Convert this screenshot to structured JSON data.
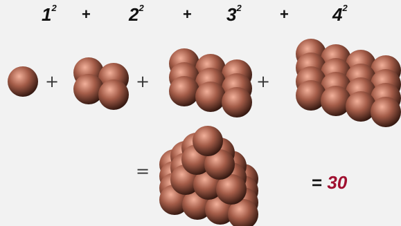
{
  "terms": [
    {
      "base": "1",
      "exp": "2"
    },
    {
      "base": "2",
      "exp": "2"
    },
    {
      "base": "3",
      "exp": "2"
    },
    {
      "base": "4",
      "exp": "2"
    }
  ],
  "plus_sign": "+",
  "equals_sign": "=",
  "result": {
    "equals": "=",
    "value": "30"
  },
  "colors": {
    "background": "#f2f2f2",
    "sphere_light": "#f2b09a",
    "sphere_mid": "#a45c48",
    "sphere_dark": "#2a120c",
    "result_value": "#a01030"
  }
}
